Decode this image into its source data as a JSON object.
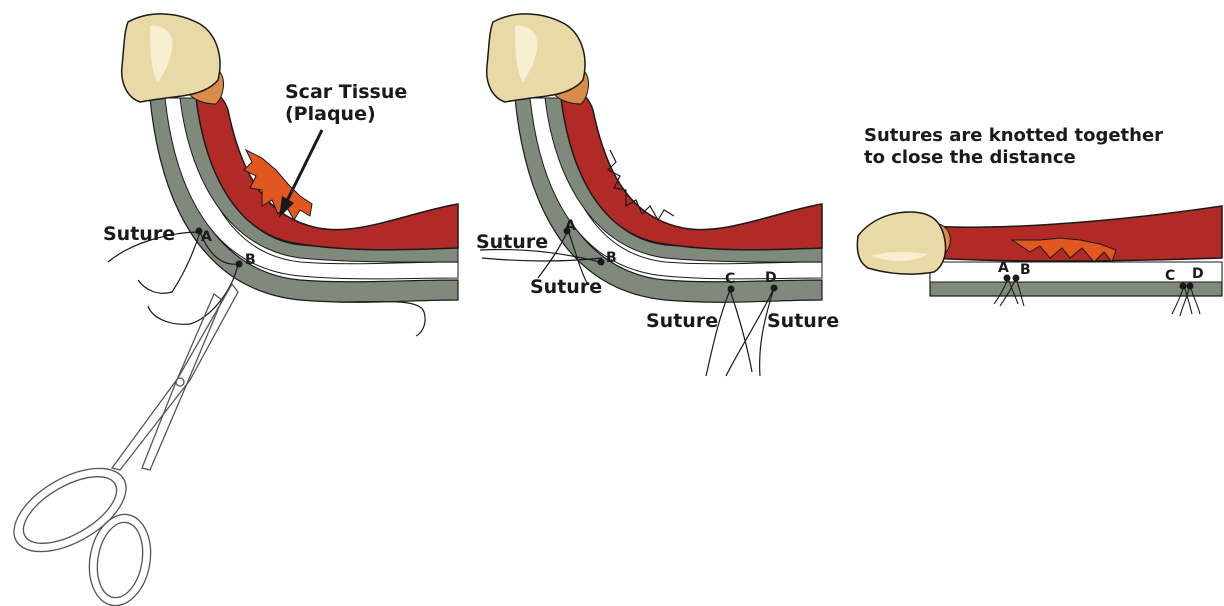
{
  "colors": {
    "glans_fill": "#e9d9a6",
    "glans_highlight": "#f7efcf",
    "shaft_fill": "#b22a26",
    "shaft_inner": "#d9a070",
    "tunica_gray": "#7f8a7d",
    "tunica_white": "#ffffff",
    "plaque": "#e2561f",
    "outline": "#1a1a1a"
  },
  "panel1": {
    "plaque_label_line1": "Scar Tissue",
    "plaque_label_line2": "(Plaque)",
    "suture_label": "Suture",
    "point_a": "A",
    "point_b": "B"
  },
  "panel2": {
    "suture_label_top": "Suture",
    "suture_label_bottom": "Suture",
    "suture_label_c": "Suture",
    "suture_label_d": "Suture",
    "point_a": "A",
    "point_b": "B",
    "point_c": "C",
    "point_d": "D"
  },
  "panel3": {
    "caption_line1": "Sutures are knotted together",
    "caption_line2": "to close the distance",
    "point_a": "A",
    "point_b": "B",
    "point_c": "C",
    "point_d": "D"
  }
}
